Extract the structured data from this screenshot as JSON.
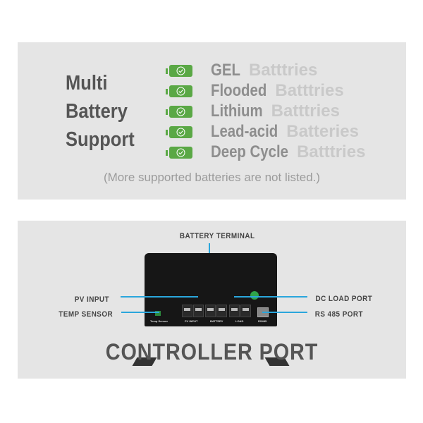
{
  "support": {
    "title_lines": [
      "Multi",
      "Battery",
      "Support"
    ],
    "items": [
      {
        "type": "GEL",
        "suffix": "Batttries"
      },
      {
        "type": "Flooded",
        "suffix": "Batttries"
      },
      {
        "type": "Lithium",
        "suffix": "Batttries"
      },
      {
        "type": "Lead-acid",
        "suffix": "Batteries"
      },
      {
        "type": "Deep  Cycle",
        "suffix": "Batttries"
      }
    ],
    "note": "(More supported batteries are not listed.)",
    "icon": "battery-check-icon",
    "accent": "#5aa845"
  },
  "ports": {
    "labels": {
      "battery_terminal": "BATTERY TERMINAL",
      "pv_input": "PV INPUT",
      "temp_sensor": "TEMP SENSOR",
      "dc_load_port": "DC LOAD PORT",
      "rs485_port": "RS 485 PORT"
    },
    "device_labels": {
      "temp": "Temp Sensor",
      "pv": "PV INPUT",
      "battery": "BATTERY",
      "load": "LOAD",
      "rs485": "RS485"
    },
    "title": "CONTROLLER  PORT",
    "line_color": "#2aa6dc"
  }
}
